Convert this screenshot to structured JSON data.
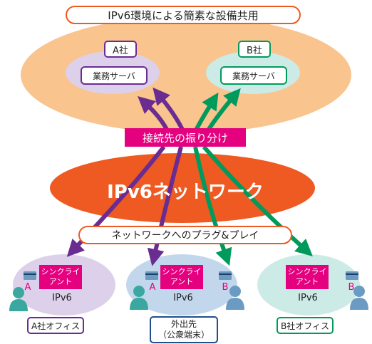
{
  "title": "IPv6環境による簡素な設備共用",
  "company_a": {
    "name": "A社",
    "server": "業務サーバ"
  },
  "company_b": {
    "name": "B社",
    "server": "業務サーバ"
  },
  "routing_label": "接続先の振り分け",
  "network_label": "IPv6ネットワーク",
  "plug_and_play_label": "ネットワークへのプラグ&プレイ",
  "clients": [
    {
      "location": "A社オフィス",
      "client_line1": "シンクライ",
      "client_line2": "アント",
      "protocol": "IPv6",
      "card_a": "A"
    },
    {
      "location_line1": "外出先",
      "location_line2": "（公衆端末）",
      "client_line1": "シンクライ",
      "client_line2": "アント",
      "protocol": "IPv6",
      "card_a": "A",
      "card_b": "B"
    },
    {
      "location": "B社オフィス",
      "client_line1": "シンクライ",
      "client_line2": "アント",
      "protocol": "IPv6",
      "card_b": "B"
    }
  ],
  "colors": {
    "orange_cloud": "#f9c48e",
    "network_orange": "#ee5a22",
    "purple_arrow": "#6a2c91",
    "green_arrow": "#009a5c",
    "magenta": "#e4007f",
    "lavender": "#ddd0ea",
    "mint": "#cdebe6",
    "blue_border": "#1f4e8c"
  },
  "icons": [
    "person-icon",
    "card-icon",
    "arrow-icon"
  ]
}
